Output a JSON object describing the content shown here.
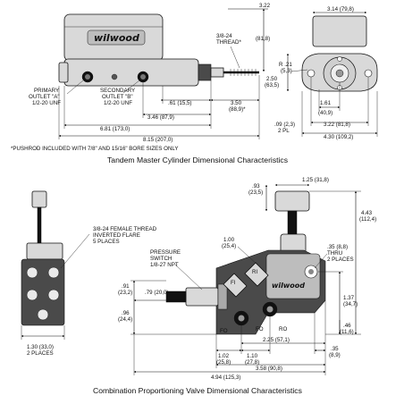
{
  "master_cylinder": {
    "caption": "Tandem Master Cylinder Dimensional Characteristics",
    "logo": "wilwood",
    "footnote": "*PUSHROD INCLUDED WITH 7/8\" AND 15/16\" BORE SIZES ONLY",
    "labels": {
      "thread_l1": "3/8-24",
      "thread_l2": "THREAD*",
      "primary_l1": "PRIMARY",
      "primary_l2": "OUTLET \"A\"",
      "primary_l3": "1/2-20 UNF",
      "secondary_l1": "SECONDARY",
      "secondary_l2": "OUTLET \"B\"",
      "secondary_l3": "1/2-20 UNF"
    },
    "dims": {
      "d322_a": "3.22",
      "d322_b": "(81,8)",
      "d61_a": ".61 (15,5)",
      "d350_a": "3.50",
      "d350_b": "(88,9)*",
      "d346": "3.46 (87,9)",
      "d681": "6.81 (173,0)",
      "d815": "8.15 (207,0)",
      "d314": "3.14 (79,8)",
      "r21_a": "R .21",
      "r21_b": "(5,3)",
      "d250_a": "2.50",
      "d250_b": "(63,5)",
      "d161_a": "1.61",
      "d161_b": "(40,9)",
      "d09_a": ".09 (2,3)",
      "d09_b": "2 PL",
      "d322_c": "3.22 (81,8)",
      "d430": "4.30 (109,2)"
    }
  },
  "valve": {
    "caption": "Combination Proportioning Valve Dimensional Characteristics",
    "logo": "wilwood",
    "labels": {
      "female_l1": "3/8-24 FEMALE THREAD",
      "female_l2": "INVERTED FLARE",
      "female_l3": "5 PLACES",
      "pressure_l1": "PRESSURE",
      "pressure_l2": "SWITCH",
      "pressure_l3": "1/8-27 NPT",
      "thru_l1": ".35 (8,8)",
      "thru_l2": "THRU",
      "thru_l3": "2 PLACES",
      "port_fo_a": "FO",
      "port_fo_b": "FO",
      "port_ro": "RO",
      "port_ri": "RI",
      "port_fi": "FI"
    },
    "dims": {
      "d125": "1.25 (31,8)",
      "d93_a": ".93",
      "d93_b": "(23,5)",
      "d443_a": "4.43",
      "d443_b": "(112,4)",
      "d100_a": "1.00",
      "d100_b": "(25,4)",
      "d91_a": ".91",
      "d91_b": "(23,2)",
      "d79": ".79 (20,0)",
      "d96_a": ".96",
      "d96_b": "(24,4)",
      "d137_a": "1.37",
      "d137_b": "(34,7)",
      "d46_a": ".46",
      "d46_b": "(11,6)",
      "d130_a": "1.30 (33,0)",
      "d130_b": "2 PLACES",
      "d225": "2.25 (57,1)",
      "d102_a": "1.02",
      "d102_b": "(25,8)",
      "d110_a": "1.10",
      "d110_b": "(27,8)",
      "d35_a": ".35",
      "d35_b": "(8,9)",
      "d358": "3.58 (90,8)",
      "d494": "4.94 (125,3)"
    }
  }
}
